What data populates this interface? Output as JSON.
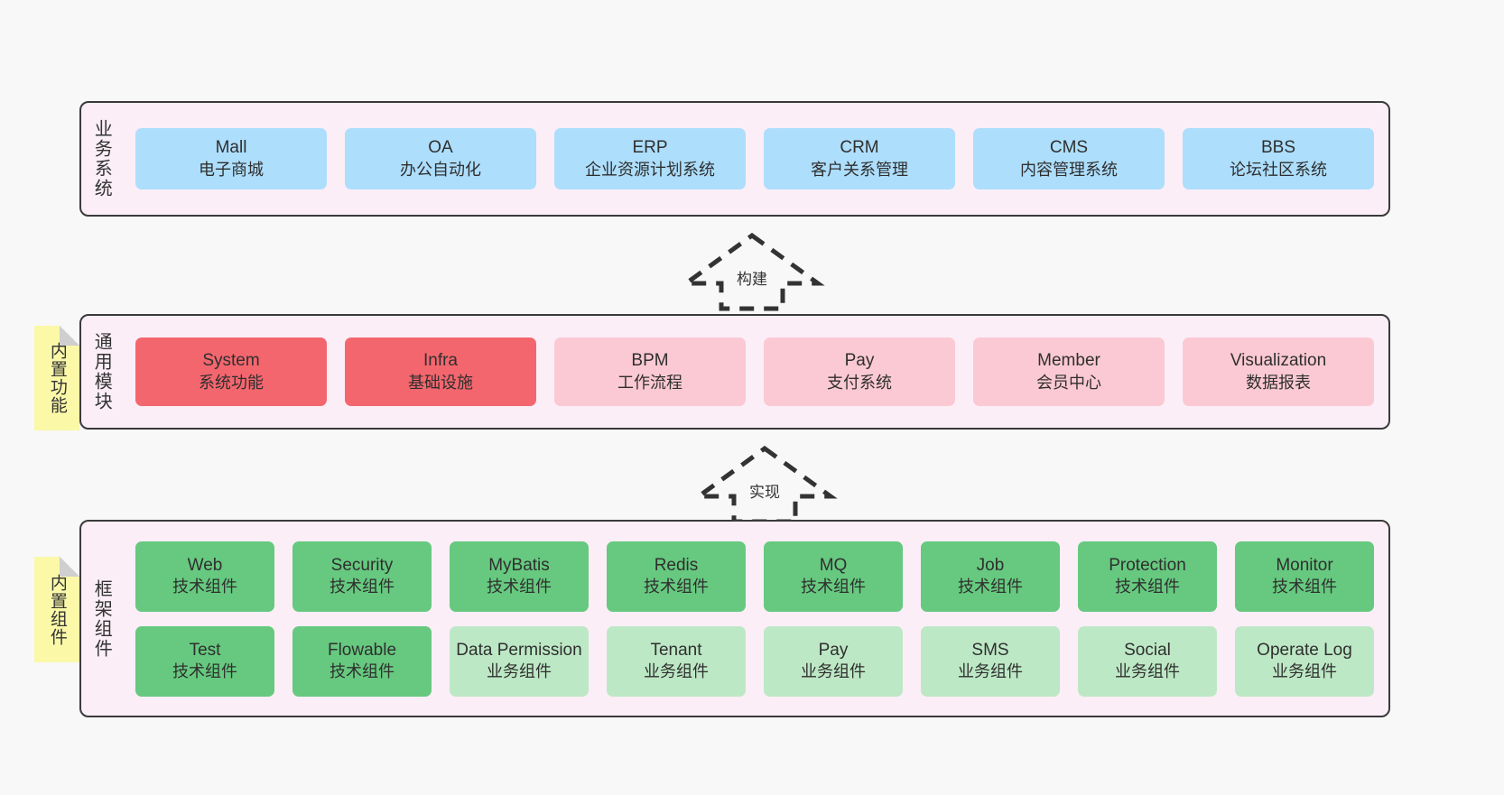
{
  "diagram": {
    "title": "",
    "colors": {
      "background": "#f8f8f8",
      "layer_fill": "#fbeef7",
      "layer_border": "#3a3a3a",
      "business_card": "#addefc",
      "core_module_card": "#f4666e",
      "optional_module_card": "#fbc9d3",
      "tech_component_card": "#66c97f",
      "business_component_card": "#bde8c5",
      "sticky_note": "#fbf8a8"
    }
  },
  "layers": [
    {
      "id": "business",
      "label": "业务系统",
      "rows": [
        {
          "cards": [
            {
              "en": "Mall",
              "cn": "电子商城",
              "style": "c-blue"
            },
            {
              "en": "OA",
              "cn": "办公自动化",
              "style": "c-blue"
            },
            {
              "en": "ERP",
              "cn": "企业资源计划系统",
              "style": "c-blue"
            },
            {
              "en": "CRM",
              "cn": "客户关系管理",
              "style": "c-blue"
            },
            {
              "en": "CMS",
              "cn": "内容管理系统",
              "style": "c-blue"
            },
            {
              "en": "BBS",
              "cn": "论坛社区系统",
              "style": "c-blue"
            }
          ]
        }
      ]
    },
    {
      "id": "common",
      "label": "通用模块",
      "note": "内置功能",
      "rows": [
        {
          "cards": [
            {
              "en": "System",
              "cn": "系统功能",
              "style": "c-red"
            },
            {
              "en": "Infra",
              "cn": "基础设施",
              "style": "c-red"
            },
            {
              "en": "BPM",
              "cn": "工作流程",
              "style": "c-pink"
            },
            {
              "en": "Pay",
              "cn": "支付系统",
              "style": "c-pink"
            },
            {
              "en": "Member",
              "cn": "会员中心",
              "style": "c-pink"
            },
            {
              "en": "Visualization",
              "cn": "数据报表",
              "style": "c-pink"
            }
          ]
        }
      ]
    },
    {
      "id": "frame",
      "label": "框架组件",
      "note": "内置组件",
      "rows": [
        {
          "cards": [
            {
              "en": "Web",
              "cn": "技术组件",
              "style": "c-green"
            },
            {
              "en": "Security",
              "cn": "技术组件",
              "style": "c-green"
            },
            {
              "en": "MyBatis",
              "cn": "技术组件",
              "style": "c-green"
            },
            {
              "en": "Redis",
              "cn": "技术组件",
              "style": "c-green"
            },
            {
              "en": "MQ",
              "cn": "技术组件",
              "style": "c-green"
            },
            {
              "en": "Job",
              "cn": "技术组件",
              "style": "c-green"
            },
            {
              "en": "Protection",
              "cn": "技术组件",
              "style": "c-green"
            },
            {
              "en": "Monitor",
              "cn": "技术组件",
              "style": "c-green"
            }
          ]
        },
        {
          "cards": [
            {
              "en": "Test",
              "cn": "技术组件",
              "style": "c-green"
            },
            {
              "en": "Flowable",
              "cn": "技术组件",
              "style": "c-green"
            },
            {
              "en": "Data Permission",
              "cn": "业务组件",
              "style": "c-lightgreen"
            },
            {
              "en": "Tenant",
              "cn": "业务组件",
              "style": "c-lightgreen"
            },
            {
              "en": "Pay",
              "cn": "业务组件",
              "style": "c-lightgreen"
            },
            {
              "en": "SMS",
              "cn": "业务组件",
              "style": "c-lightgreen"
            },
            {
              "en": "Social",
              "cn": "业务组件",
              "style": "c-lightgreen"
            },
            {
              "en": "Operate Log",
              "cn": "业务组件",
              "style": "c-lightgreen"
            }
          ]
        }
      ]
    }
  ],
  "arrows": [
    {
      "id": "build",
      "label": "构建",
      "direction": "up",
      "style": "dashed-block-arrow"
    },
    {
      "id": "impl",
      "label": "实现",
      "direction": "up",
      "style": "dashed-block-arrow"
    }
  ]
}
